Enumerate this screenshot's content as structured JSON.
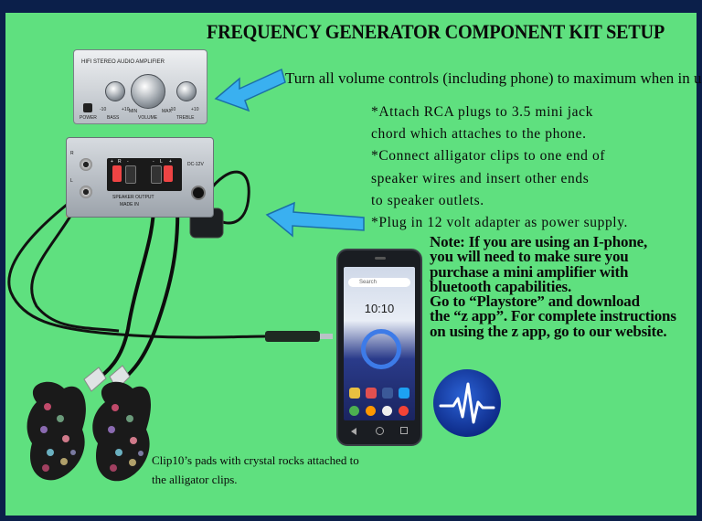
{
  "title": "FREQUENCY GENERATOR COMPONENT KIT SETUP",
  "instructions": {
    "volume": "Turn all volume controls (including phone) to maximum when in use.",
    "steps": [
      "*Attach RCA plugs to 3.5 mini jack",
      "chord which attaches to the phone.",
      "*Connect alligator clips to one end of",
      "speaker wires and insert other ends",
      "to speaker outlets.",
      "*Plug in 12 volt adapter as power supply."
    ]
  },
  "note": [
    "Note: If you are using an I-phone,",
    "you will need to make sure you",
    "purchase a mini amplifier with",
    "bluetooth capabilities.",
    "Go to “Playstore” and download",
    "the “z app”. For complete instructions",
    "on using the z app, go to our website."
  ],
  "caption": [
    "Clip10’s pads with crystal rocks attached to",
    "the alligator clips."
  ],
  "amplifier_front": {
    "brand": "HIFI STEREO AUDIO AMPLIFIER",
    "power": "POWER",
    "bass": "BASS",
    "volume": "VOLUME",
    "treble": "TREBLE",
    "minus10": "-10",
    "plus10": "+10",
    "min": "MIN",
    "max": "MAX"
  },
  "amplifier_back": {
    "dc": "DC-12V",
    "speaker": "SPEAKER OUTPUT",
    "made_in": "MADE IN",
    "r": "R",
    "l": "L",
    "channels": [
      "+",
      "R",
      "-",
      "-",
      "L",
      "+"
    ]
  },
  "phone_screen": {
    "search": "Search",
    "time": "10:10"
  },
  "colors": {
    "background": "#5fe07f",
    "arrow": "#3ab0f0",
    "frame": "#0b1f4a",
    "logo": "#1440b0"
  },
  "icons": {
    "arrow_1": "arrow-left-icon",
    "arrow_2": "arrow-left-icon",
    "logo": "heartbeat-pulse-icon"
  }
}
